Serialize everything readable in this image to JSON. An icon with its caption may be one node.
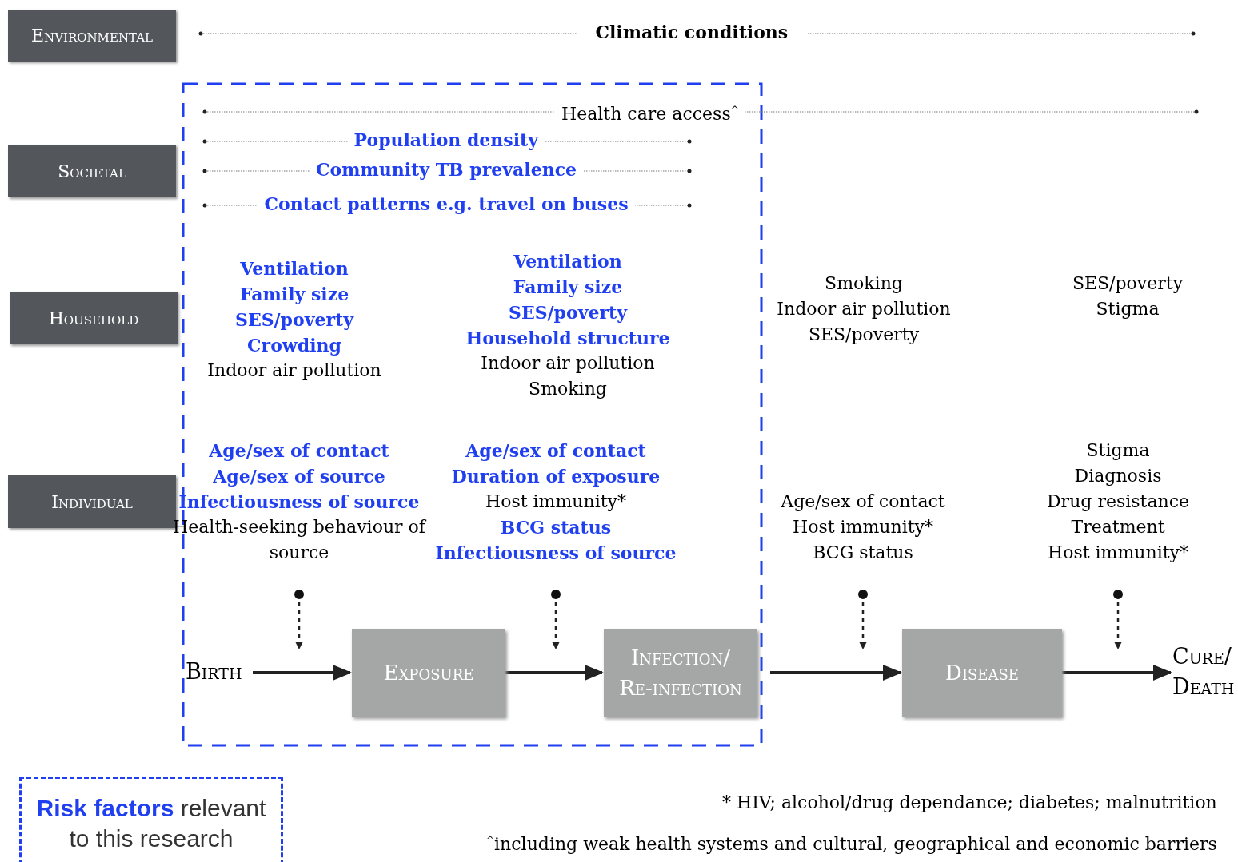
{
  "diagram": {
    "nodes": [
      {
        "text": [
          "Environmental"
        ]
      },
      {
        "text": [
          "Societal"
        ]
      },
      {
        "text": [
          "Household"
        ]
      },
      {
        "text": [
          "Individual"
        ]
      },
      {
        "text": [
          "Ventilation",
          "Family size",
          "SES/poverty",
          "Crowding",
          "Indoor air pollution"
        ]
      },
      {
        "text": [
          "Ventilation",
          "Family size",
          "SES/poverty",
          "Household structure",
          "Indoor air pollution",
          "Smoking"
        ]
      },
      {
        "text": [
          "Smoking",
          "Indoor air pollution",
          "SES/poverty"
        ]
      },
      {
        "text": [
          "SES/poverty",
          "Stigma"
        ]
      },
      {
        "text": [
          "Age/sex of contact",
          "Age/sex of source",
          "Infectiousness of source",
          "Health-seeking behaviour of source"
        ]
      },
      {
        "text": [
          "Age/sex of contact",
          "Duration of exposure",
          "Host immunity*",
          "BCG status",
          "Infectiousness of source"
        ]
      },
      {
        "text": [
          "Age/sex of contact",
          "Host immunity*",
          "BCG status"
        ]
      },
      {
        "text": [
          "Stigma",
          "Diagnosis",
          "Drug resistance",
          "Treatment",
          "Host immunity*"
        ]
      },
      {
        "text": [
          "Birth"
        ]
      },
      {
        "text": [
          "Exposure"
        ]
      },
      {
        "text": [
          "Infection/ Re-infection"
        ]
      },
      {
        "text": [
          "Disease"
        ]
      },
      {
        "text": [
          "Cure/ Death"
        ]
      }
    ],
    "edges": [
      {
        "from": 12,
        "to": 13,
        "arrow": "to"
      },
      {
        "from": 13,
        "to": 14,
        "arrow": "to"
      },
      {
        "from": 14,
        "to": 15,
        "arrow": "to"
      },
      {
        "from": 15,
        "to": 16,
        "arrow": "to"
      },
      {
        "from": 8,
        "to": null,
        "arrow": "to",
        "style": "dashed"
      },
      {
        "from": 9,
        "to": null,
        "arrow": "to",
        "style": "dashed"
      },
      {
        "from": 10,
        "to": null,
        "arrow": "to",
        "style": "dashed"
      },
      {
        "from": 11,
        "to": null,
        "arrow": "to",
        "style": "dashed"
      }
    ],
    "labels": [
      "Climatic conditions",
      "Health care access$^{^}$",
      "Population density",
      "Community TB prevalence",
      "Contact patterns e.g. travel on buses",
      "* HIV; alcohol/drug dependance; diabetes; malnutrition",
      "$^{^}$including weak health systems and cultural, geographical and economic barriers"
    ],
    "legend": [
      {
        "text": "**Risk factors** relevant to this research"
      }
    ]
  }
}
